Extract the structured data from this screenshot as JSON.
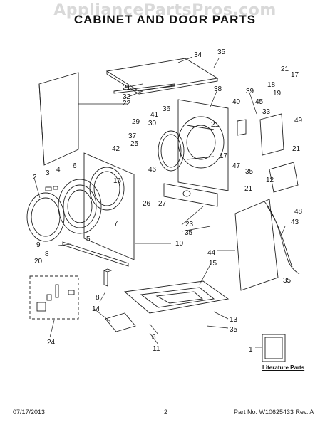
{
  "watermark": "AppliancePartsPros.com",
  "title": "CABINET AND DOOR PARTS",
  "literature_label": "Literature Parts",
  "footer": {
    "date": "07/17/2013",
    "page": "2",
    "part_info": "Part No. W10625433  Rev. A"
  },
  "callouts": [
    "34",
    "35",
    "21",
    "32",
    "22",
    "38",
    "39",
    "40",
    "21",
    "18",
    "19",
    "17",
    "33",
    "45",
    "49",
    "21",
    "29",
    "30",
    "37",
    "36",
    "41",
    "21",
    "25",
    "42",
    "17",
    "46",
    "47",
    "35",
    "21",
    "12",
    "48",
    "4",
    "3",
    "6",
    "16",
    "26",
    "27",
    "23",
    "35",
    "7",
    "2",
    "5",
    "9",
    "10",
    "8",
    "20",
    "44",
    "15",
    "43",
    "35",
    "8",
    "14",
    "13",
    "35",
    "24",
    "8",
    "11",
    "1"
  ],
  "stroke_color": "#222222"
}
